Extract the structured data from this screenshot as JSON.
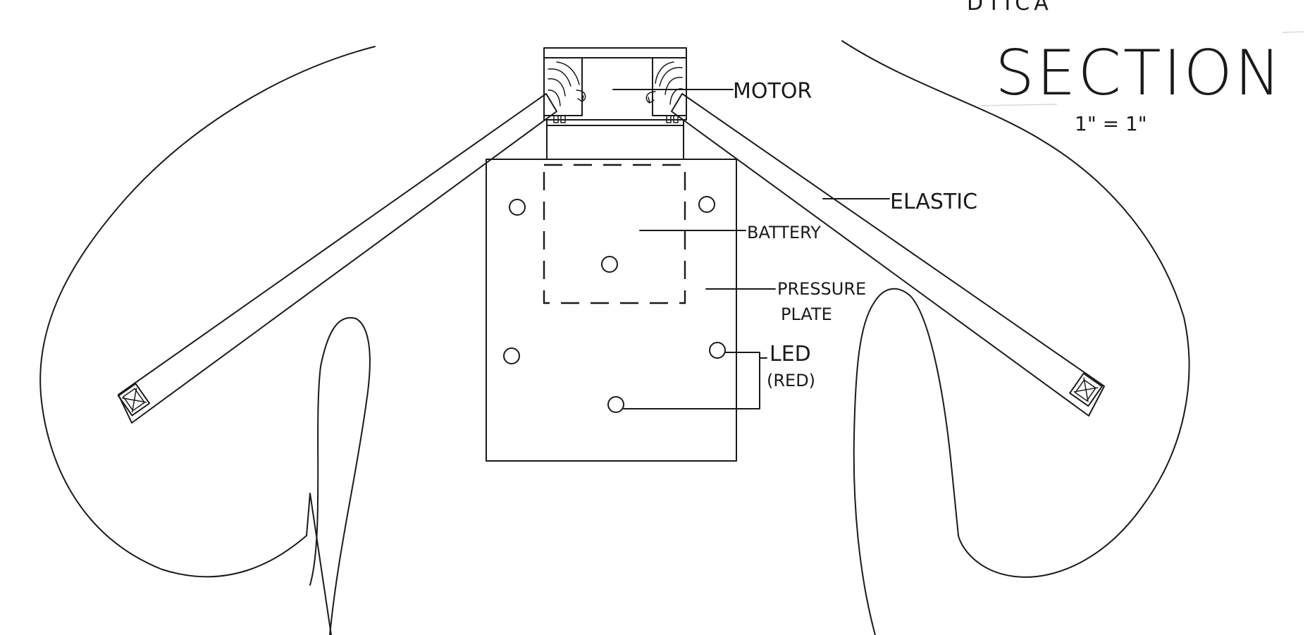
{
  "title": {
    "cut_text": "DTICA",
    "heading": "SECTION",
    "scale": "1\" = 1\""
  },
  "labels": {
    "motor": "MOTOR",
    "elastic": "ELASTIC",
    "battery": "BATTERY",
    "pressure_line1": "PRESSURE",
    "pressure_line2": "PLATE",
    "led_line1": "LED",
    "led_line2": "(RED)"
  },
  "colors": {
    "ink": "#1a1a1a",
    "paper": "#ffffff"
  }
}
